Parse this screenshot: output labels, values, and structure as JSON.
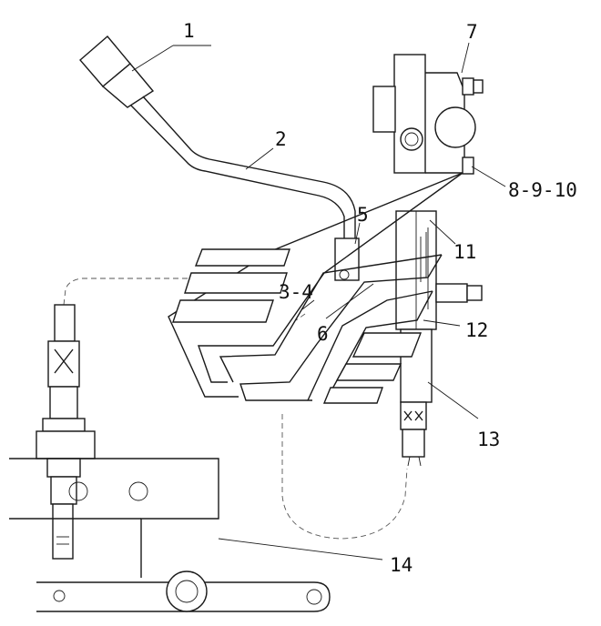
{
  "diagram": {
    "callouts": [
      {
        "id": "callout-1",
        "label": "1"
      },
      {
        "id": "callout-2",
        "label": "2"
      },
      {
        "id": "callout-3-4",
        "label": "3-4"
      },
      {
        "id": "callout-5",
        "label": "5"
      },
      {
        "id": "callout-6",
        "label": "6"
      },
      {
        "id": "callout-7",
        "label": "7"
      },
      {
        "id": "callout-8-9-10",
        "label": "8-9-10"
      },
      {
        "id": "callout-11",
        "label": "11"
      },
      {
        "id": "callout-12",
        "label": "12"
      },
      {
        "id": "callout-13",
        "label": "13"
      },
      {
        "id": "callout-14",
        "label": "14"
      }
    ]
  },
  "colors": {
    "line": "#1a1a1a",
    "background": "#ffffff"
  }
}
